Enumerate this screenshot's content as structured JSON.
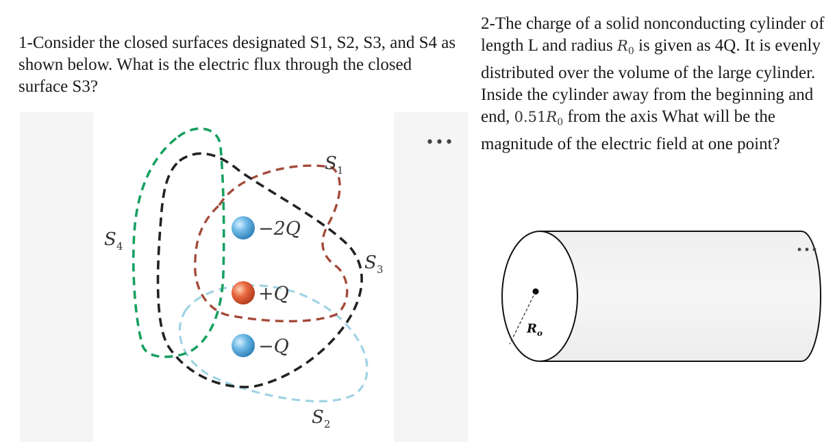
{
  "question1": {
    "text": "1-Consider the closed surfaces designated S1, S2, S3, and S4 as shown below. What is the electric flux through the closed surface S3?"
  },
  "question2": {
    "text_a": "2-The charge of a solid nonconducting cylinder of length L and radius ",
    "symbol_r0": "R",
    "symbol_r0_sub": "0",
    "text_b": " is given as 4Q. It is evenly distributed over the volume of the large cylinder. Inside the cylinder away from the beginning and end, ",
    "distance_value": "0.51",
    "text_c": " from the axis What will be the magnitude of the electric field at one point?"
  },
  "figure1": {
    "charges": [
      {
        "label": "−2Q",
        "color": "#5aaee0"
      },
      {
        "label": "+Q",
        "color": "#e2603a"
      },
      {
        "label": "−Q",
        "color": "#5aaee0"
      }
    ],
    "surface_labels": {
      "s1": "S",
      "s1_sub": "1",
      "s2": "S",
      "s2_sub": "2",
      "s3": "S",
      "s3_sub": "3",
      "s4": "S",
      "s4_sub": "4"
    },
    "colors": {
      "s1": "#a34a3a",
      "s2": "#9fd3e3",
      "s3": "#222222",
      "s4": "#17a060"
    }
  },
  "figure2": {
    "radius_label": "R",
    "radius_label_sub": "o"
  },
  "menus": {
    "more": "•••"
  }
}
